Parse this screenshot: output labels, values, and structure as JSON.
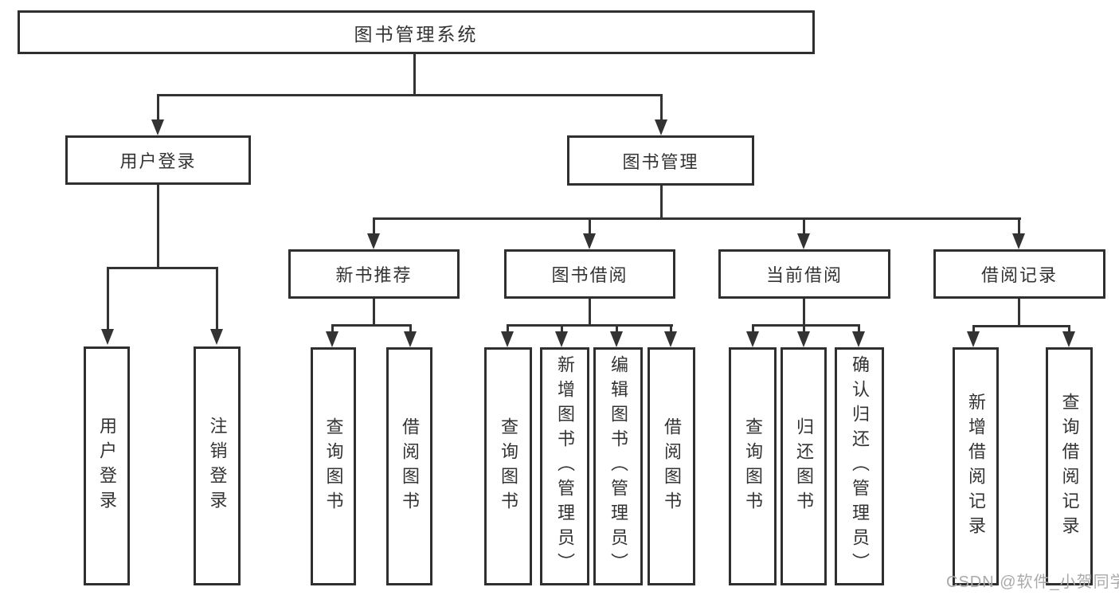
{
  "diagram": {
    "type": "hierarchy-tree",
    "title": "图书管理系统",
    "tree": {
      "label": "图书管理系统",
      "children": [
        {
          "label": "用户登录",
          "children": [
            {
              "label": "用户登录"
            },
            {
              "label": "注销登录"
            }
          ]
        },
        {
          "label": "图书管理",
          "children": [
            {
              "label": "新书推荐",
              "children": [
                {
                  "label": "查询图书"
                },
                {
                  "label": "借阅图书"
                }
              ]
            },
            {
              "label": "图书借阅",
              "children": [
                {
                  "label": "查询图书"
                },
                {
                  "label": "新增图书（管理员）"
                },
                {
                  "label": "编辑图书（管理员）"
                },
                {
                  "label": "借阅图书"
                }
              ]
            },
            {
              "label": "当前借阅",
              "children": [
                {
                  "label": "查询图书"
                },
                {
                  "label": "归还图书"
                },
                {
                  "label": "确认归还（管理员）"
                }
              ]
            },
            {
              "label": "借阅记录",
              "children": [
                {
                  "label": "新增借阅记录"
                },
                {
                  "label": "查询借阅记录"
                }
              ]
            }
          ]
        }
      ]
    },
    "colors": {
      "line": "#333333",
      "border": "#2f2f2f",
      "text": "#333333",
      "background": "#ffffff",
      "watermark": "#aaaaaa"
    }
  },
  "watermark": "CSDN @软件_小贺同学"
}
